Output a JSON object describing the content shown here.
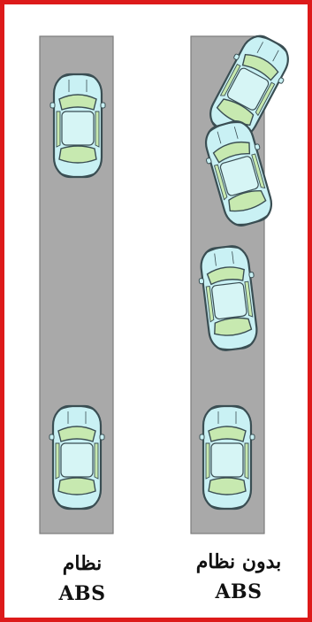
{
  "colors": {
    "border": "#dd1a1a",
    "lane": "#a9a9a9",
    "lane_edge": "#7c7c7c",
    "car_body": "#c9f1f4",
    "car_outline": "#3a4e53",
    "car_glass": "#c7e9b0"
  },
  "diagram": {
    "left_lane": {
      "label_ar": "نظام",
      "label_en": "ABS",
      "cars": [
        {
          "rotation": 0
        },
        {
          "rotation": 0
        }
      ]
    },
    "right_lane": {
      "label_ar": "بدون نظام",
      "label_en": "ABS",
      "cars": [
        {
          "rotation": 28
        },
        {
          "rotation": -16
        },
        {
          "rotation": -7
        },
        {
          "rotation": 0
        }
      ]
    }
  }
}
